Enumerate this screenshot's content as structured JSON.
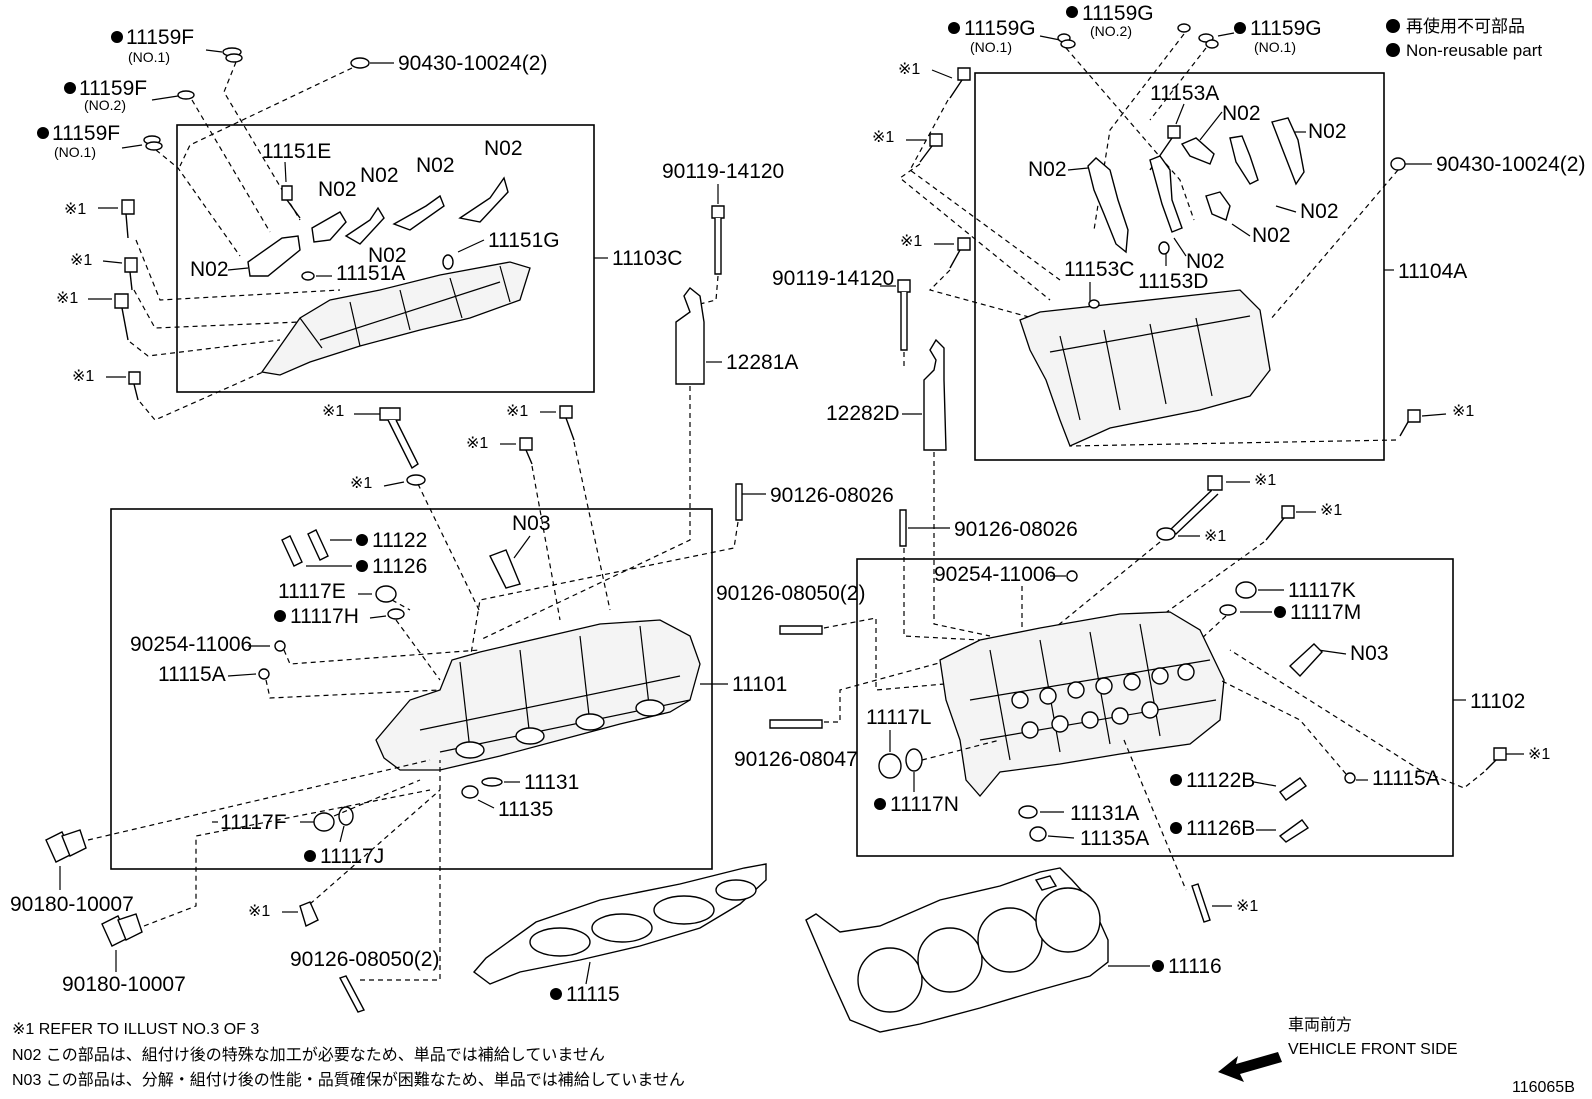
{
  "legend": {
    "line1": "再使用不可部品",
    "line2": "Non-reusable part"
  },
  "symbol": "※1",
  "labels": {
    "p11159F_1": "11159F",
    "p11159F_1_sub": "(NO.1)",
    "p11159F_2": "11159F",
    "p11159F_2_sub": "(NO.2)",
    "p11159F_3": "11159F",
    "p11159F_3_sub": "(NO.1)",
    "p90430_L": "90430-10024(2)",
    "p11151E": "11151E",
    "p11151A": "11151A",
    "p11151G": "11151G",
    "p11103C": "11103C",
    "n02": "N02",
    "n03": "N03",
    "p90119_L": "90119-14120",
    "p12281A": "12281A",
    "p11159G_1": "11159G",
    "p11159G_1_sub": "(NO.1)",
    "p11159G_2": "11159G",
    "p11159G_2_sub": "(NO.2)",
    "p11159G_3": "11159G",
    "p11159G_3_sub": "(NO.1)",
    "p11153A": "11153A",
    "p90430_R": "90430-10024(2)",
    "p11104A": "11104A",
    "p11153C": "11153C",
    "p11153D": "11153D",
    "p90119_R": "90119-14120",
    "p12282D": "12282D",
    "p90126_08026_L": "90126-08026",
    "p90126_08026_R": "90126-08026",
    "p11122": "11122",
    "p11126": "11126",
    "p11117E": "11117E",
    "p11117H": "11117H",
    "p90254_L": "90254-11006",
    "p11115A_L": "11115A",
    "p11101": "11101",
    "p11131": "11131",
    "p11135": "11135",
    "p11117F": "11117F",
    "p11117J": "11117J",
    "p90180_1": "90180-10007",
    "p90180_2": "90180-10007",
    "p90126_08050_L": "90126-08050(2)",
    "p11115": "11115",
    "p90254_R": "90254-11006",
    "p90126_08050_R": "90126-08050(2)",
    "p11117K": "11117K",
    "p11117M": "11117M",
    "p11102": "11102",
    "p11117L": "11117L",
    "p11117N": "11117N",
    "p90126_08047": "90126-08047",
    "p11122B": "11122B",
    "p11115A_R": "11115A",
    "p11131A": "11131A",
    "p11135A": "11135A",
    "p11126B": "11126B",
    "p11116": "11116"
  },
  "notes": {
    "n1": "※1 REFER TO ILLUST NO.3 OF 3",
    "n2": "N02 この部品は、組付け後の特殊な加工が必要なため、単品では補給していません",
    "n3": "N03 この部品は、分解・組付け後の性能・品質確保が困難なため、単品では補給していません"
  },
  "direction": {
    "jp": "車両前方",
    "en": "VEHICLE FRONT SIDE"
  },
  "illust_id": "116065B"
}
